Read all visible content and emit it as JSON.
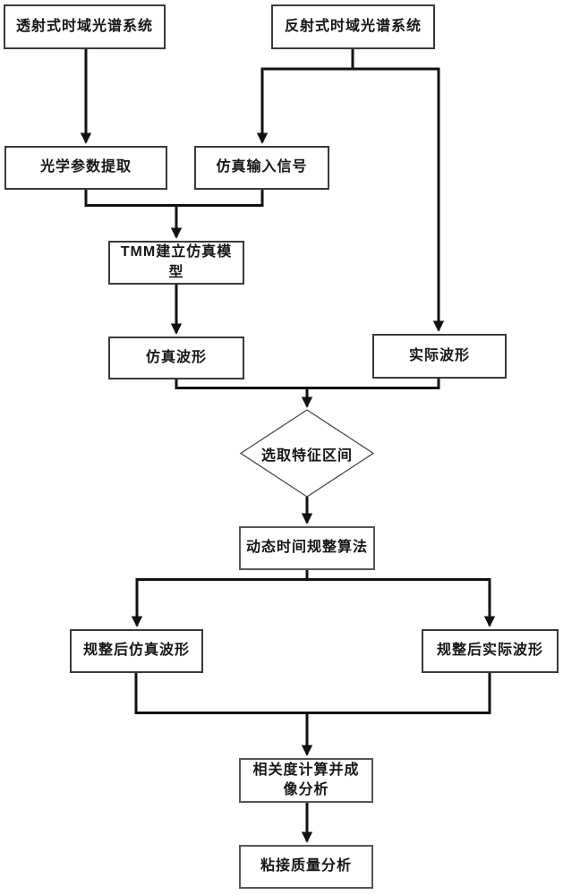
{
  "diagram": {
    "type": "flowchart",
    "language": "zh-CN",
    "background": "#ffffff",
    "colors": {
      "connector": "#111111",
      "box_border": "#3a3a3a",
      "text": "#161616"
    },
    "nodes": {
      "transmission_system": {
        "label": "透射式时域光谱系统",
        "shape": "rect"
      },
      "reflection_system": {
        "label": "反射式时域光谱系统",
        "shape": "rect"
      },
      "optical_param": {
        "label": "光学参数提取",
        "shape": "rect"
      },
      "sim_input": {
        "label": "仿真输入信号",
        "shape": "rect"
      },
      "tmm_model": {
        "label": "TMM建立仿真模型",
        "shape": "rect"
      },
      "sim_waveform": {
        "label": "仿真波形",
        "shape": "rect"
      },
      "actual_waveform": {
        "label": "实际波形",
        "shape": "rect"
      },
      "feature_interval": {
        "label": "选取特征区间",
        "shape": "diamond"
      },
      "dtw": {
        "label": "动态时间规整算法",
        "shape": "rect"
      },
      "warped_sim": {
        "label": "规整后仿真波形",
        "shape": "rect"
      },
      "warped_actual": {
        "label": "规整后实际波形",
        "shape": "rect"
      },
      "correlation": {
        "label": "相关度计算并成像分析",
        "shape": "rect"
      },
      "bond_quality": {
        "label": "粘接质量分析",
        "shape": "rect"
      }
    },
    "edges": [
      {
        "from": "transmission_system",
        "to": "optical_param"
      },
      {
        "from": "reflection_system",
        "to": "sim_input"
      },
      {
        "from": "reflection_system",
        "to": "actual_waveform"
      },
      {
        "from": "optical_param",
        "to": "tmm_model"
      },
      {
        "from": "sim_input",
        "to": "tmm_model"
      },
      {
        "from": "tmm_model",
        "to": "sim_waveform"
      },
      {
        "from": "sim_waveform",
        "to": "feature_interval"
      },
      {
        "from": "actual_waveform",
        "to": "feature_interval"
      },
      {
        "from": "feature_interval",
        "to": "dtw"
      },
      {
        "from": "dtw",
        "to": "warped_sim"
      },
      {
        "from": "dtw",
        "to": "warped_actual"
      },
      {
        "from": "warped_sim",
        "to": "correlation"
      },
      {
        "from": "warped_actual",
        "to": "correlation"
      },
      {
        "from": "correlation",
        "to": "bond_quality"
      }
    ]
  }
}
